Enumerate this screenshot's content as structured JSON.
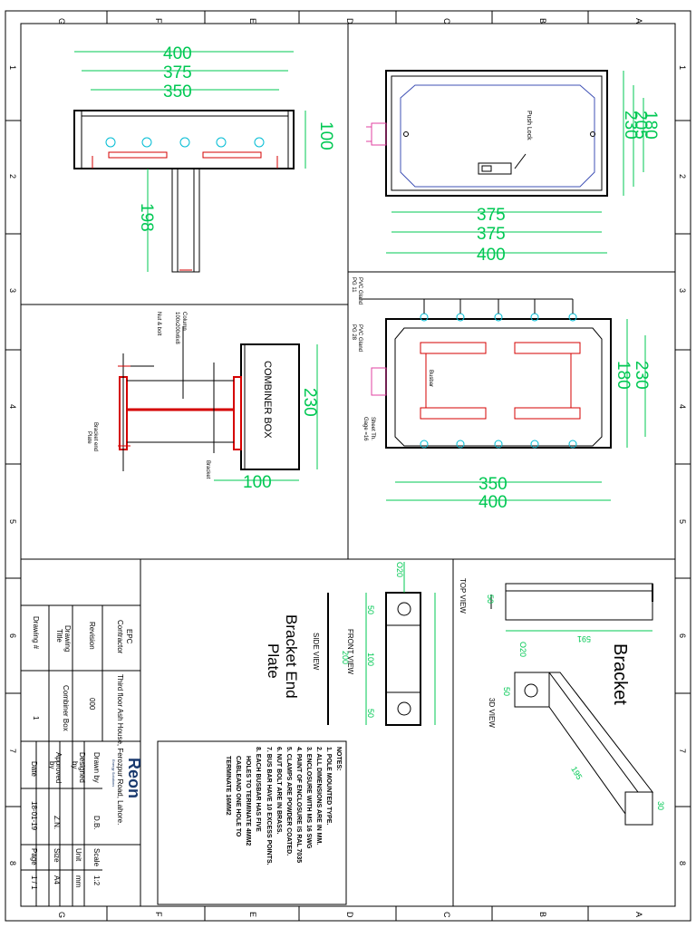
{
  "border": {
    "letters": [
      "G",
      "F",
      "E",
      "D",
      "C",
      "B",
      "A"
    ],
    "numbers": [
      "1",
      "2",
      "3",
      "4",
      "5",
      "6",
      "7",
      "8"
    ]
  },
  "top_left_view": {
    "dims": [
      "400",
      "375",
      "350",
      "100",
      "198"
    ]
  },
  "top_right_view": {
    "dims": [
      "230",
      "205",
      "180",
      "375",
      "375",
      "400"
    ],
    "push_lock": "Push Lock"
  },
  "mid_left_view": {
    "dims": [
      "230",
      "100"
    ],
    "combiner_box": "COMBINER BOX",
    "column": "Column",
    "column_size": "100x200x6x8",
    "nut_bolt": "Nut & bolt",
    "bracket_end_plate": [
      "Bracket end",
      "Plate"
    ],
    "bracket": "Bracket"
  },
  "mid_right_view": {
    "dims": [
      "230",
      "180",
      "350",
      "400"
    ],
    "pvc_gland_1": [
      "PVC Gland",
      "PG 11"
    ],
    "pvc_gland_2": [
      "PVC Gland",
      "PG 28"
    ],
    "busbar": "Busbar",
    "sheet_thk": [
      "Sheet Th.",
      "Gage =16"
    ]
  },
  "bracket_view": {
    "title": "Bracket",
    "top_view": "TOP VIEW",
    "view_3d": "3D VIEW",
    "dims": [
      "591",
      "50",
      "O20",
      "50",
      "195",
      "30"
    ]
  },
  "end_plate_view": {
    "title": [
      "Bracket End",
      "Plate"
    ],
    "front_view": "FRONT VIEW",
    "side_view": "SIDE VIEW",
    "dims": [
      "O20",
      "50",
      "100",
      "50",
      "200"
    ]
  },
  "notes": {
    "heading": "NOTES:",
    "items": [
      "1. POLE MOUNTED TYPE.",
      "2. ALL DIMENSIONS ARE IN MM.",
      "3. ENCLOSURE WITH MS 16 SWG",
      "4. PAINT OF ENCLOSURE IS RAL 7035",
      "5. CLAMPS ARE POWDER COATED.",
      "6. NUT BOLT ARE IN BRASS.",
      "7. BUS BAR HAVE 10 EXCESS POINTS.",
      "8. EACH BUSBAR HAS FIVE",
      "HOLES TO TERMINATE 4MM2",
      "CABLEAND ONE HOLE TO",
      "TERMINATE 16MM2"
    ]
  },
  "title_block": {
    "logo": "Reon",
    "logo_sub": "Energy Solutions",
    "epc_label": [
      "EPC",
      "Contractor"
    ],
    "epc_value": "Third floor  Ash House, Ferozpur Road, Lahore.",
    "revision_label": "Revision",
    "revision_value": "000",
    "drawing_title_label": [
      "Drawing",
      "Title"
    ],
    "drawing_title_value": "Combiner Box",
    "drawing_no_label": "Drawing #",
    "drawing_no_value": "1",
    "drawn_by_label": "Drawn by",
    "drawn_by_value": "D.B.",
    "designed_by_label": [
      "Designed",
      "by"
    ],
    "approved_by_label": [
      "Approved",
      "by"
    ],
    "approved_by_value": "Z.N.",
    "date_label": "Date",
    "date_value": "18-01-19",
    "scale_label": "Scale",
    "scale_value": "1:2",
    "unit_label": "Unit",
    "unit_value": "mm",
    "size_label": "Size",
    "size_value": "A4",
    "page_label": "Page",
    "page_value": "1 / 1"
  }
}
